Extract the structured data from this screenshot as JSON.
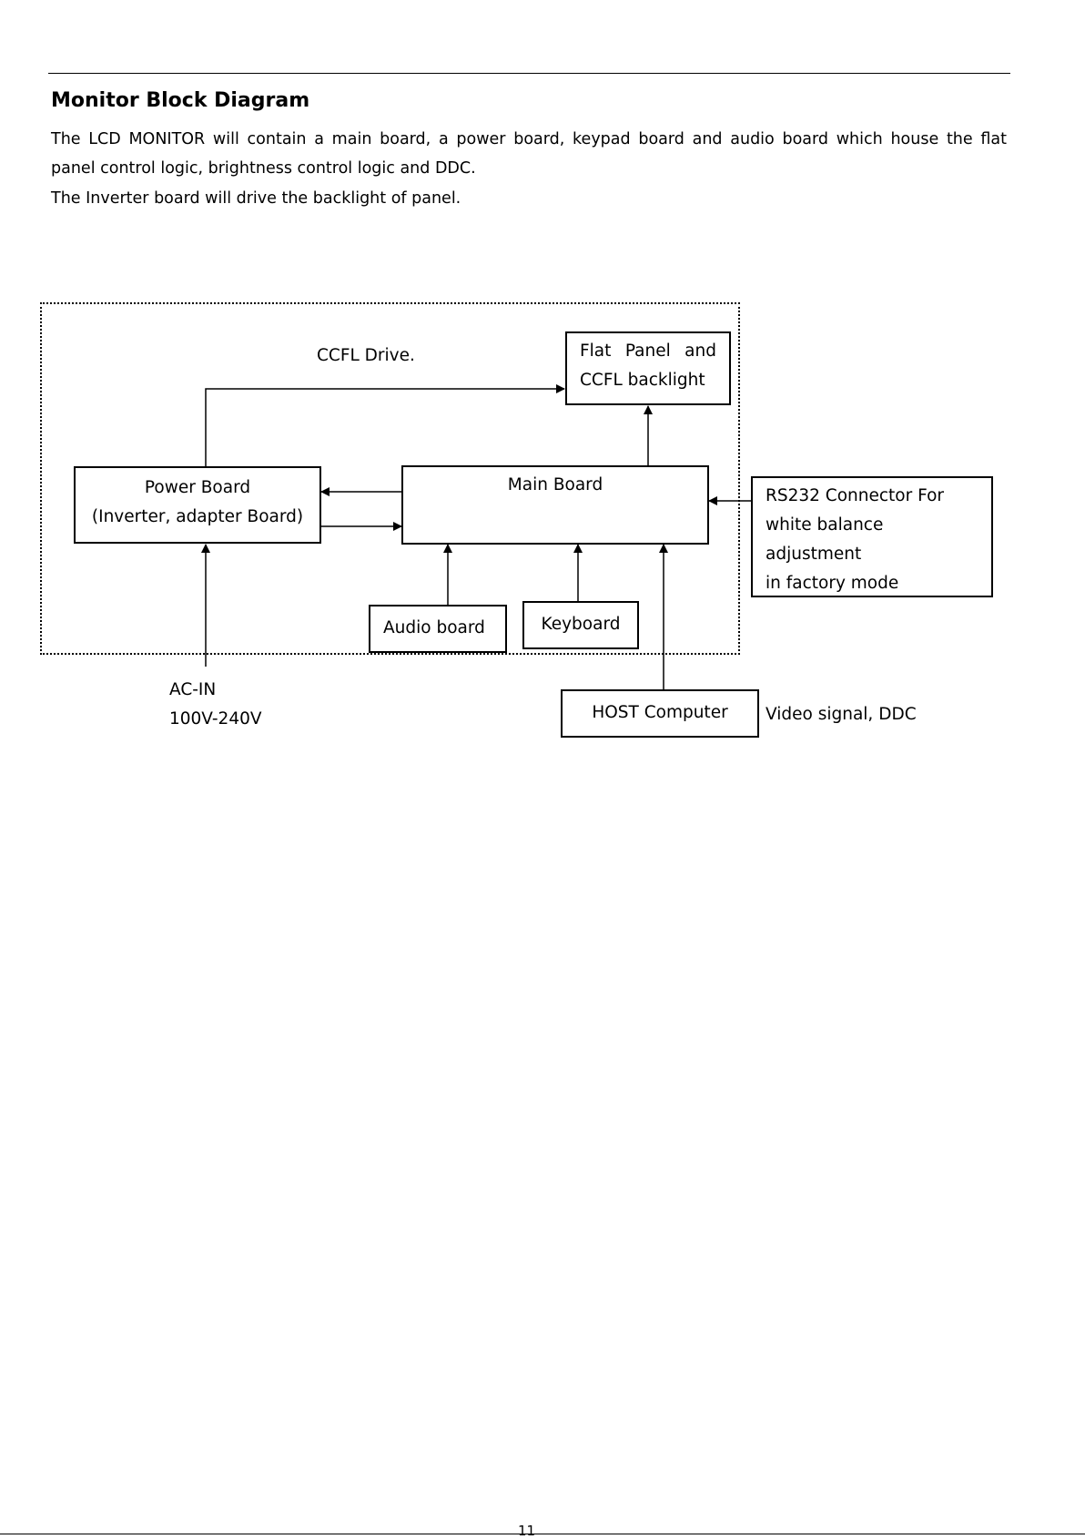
{
  "heading": "Monitor Block Diagram",
  "intro_line1": "The LCD MONITOR will contain a main board, a power board, keypad board and audio board which house the flat",
  "intro_line2": "panel control logic, brightness control logic and DDC.",
  "intro_line3": "The Inverter board will drive the backlight of panel.",
  "diagram": {
    "flat_panel_line1": "Flat  Panel  and",
    "flat_panel_line2": "CCFL backlight",
    "ccfl_drive": "CCFL Drive.",
    "power_board_line1": "Power Board",
    "power_board_line2": "(Inverter, adapter Board)",
    "main_board": "Main Board",
    "rs232_line1": "RS232 Connector For",
    "rs232_line2": "white balance adjustment",
    "rs232_line3": "in factory mode",
    "audio_board": "Audio board",
    "keyboard": "Keyboard",
    "ac_in_line1": "AC-IN",
    "ac_in_line2": "100V-240V",
    "host_computer": "HOST Computer",
    "video_signal": "Video signal, DDC"
  },
  "page_number": "11"
}
